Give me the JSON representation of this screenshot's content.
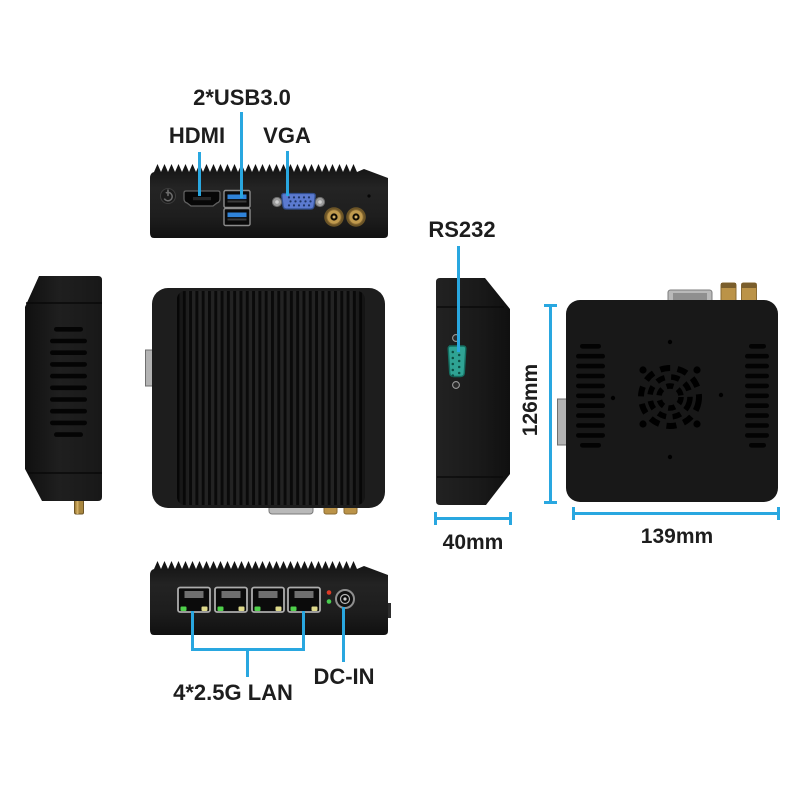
{
  "annotations": {
    "usb": "2*USB3.0",
    "hdmi": "HDMI",
    "vga": "VGA",
    "rs232": "RS232",
    "lan": "4*2.5G LAN",
    "dcin": "DC-IN"
  },
  "dimensions": {
    "side_width": "40mm",
    "bottom_height": "126mm",
    "bottom_width": "139mm"
  },
  "colors": {
    "accent_cyan": "#29a7e0",
    "label_text": "#1d1d1d",
    "case_black": "#1c1c1c",
    "vga_blue": "#5b7ad0",
    "usb_blue": "#2f83d9",
    "rs232_teal": "#2fa394",
    "antenna_gold": "#bb9348",
    "port_silver": "#b9b9b9",
    "led_green": "#4fd14b",
    "led_red": "#df3a26",
    "led_amber": "#ded98a"
  }
}
